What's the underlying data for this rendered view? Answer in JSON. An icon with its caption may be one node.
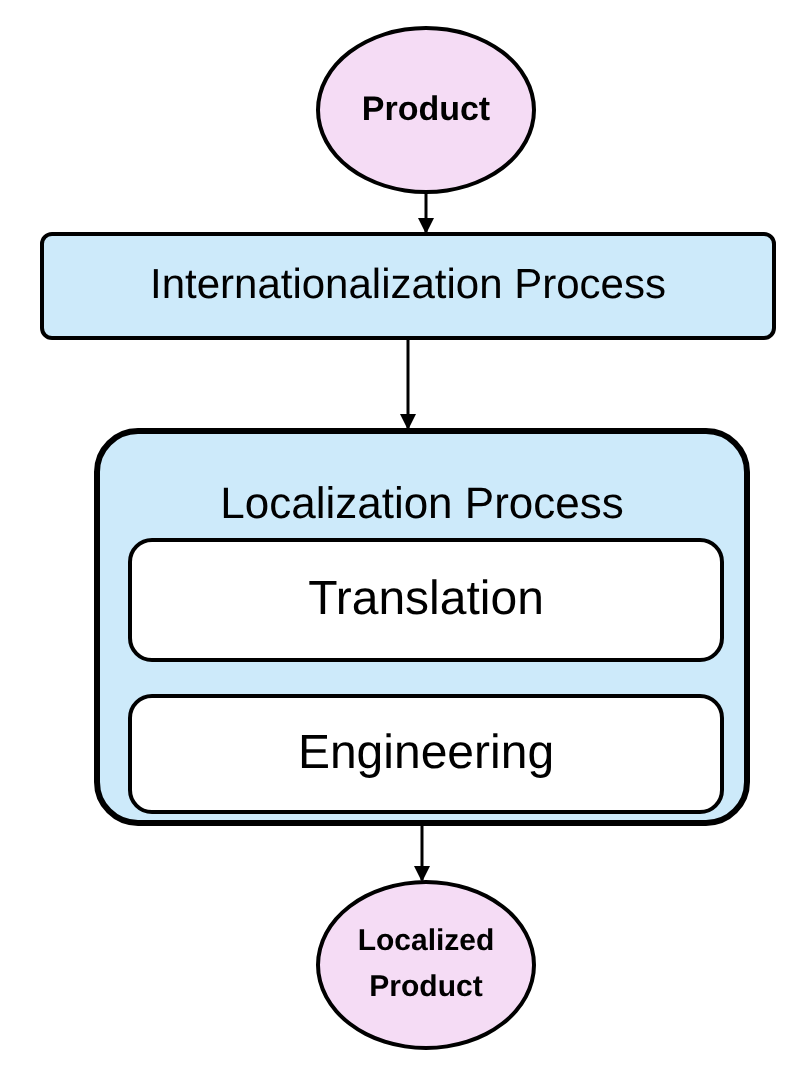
{
  "diagram": {
    "nodes": [
      {
        "text": [
          "Product"
        ]
      },
      {
        "text": [
          "Internationalization Process"
        ]
      },
      {
        "text": [
          "Localization Process"
        ]
      },
      {
        "text": [
          "Translation"
        ],
        "in": 2
      },
      {
        "text": [
          "Engineering"
        ],
        "in": 2
      },
      {
        "text": [
          "Localized Product"
        ]
      }
    ],
    "edges": [
      {
        "from": 0,
        "to": 1,
        "arrow": "to"
      },
      {
        "from": 1,
        "to": 2,
        "arrow": "to"
      },
      {
        "from": 2,
        "to": 5,
        "arrow": "to"
      }
    ]
  }
}
